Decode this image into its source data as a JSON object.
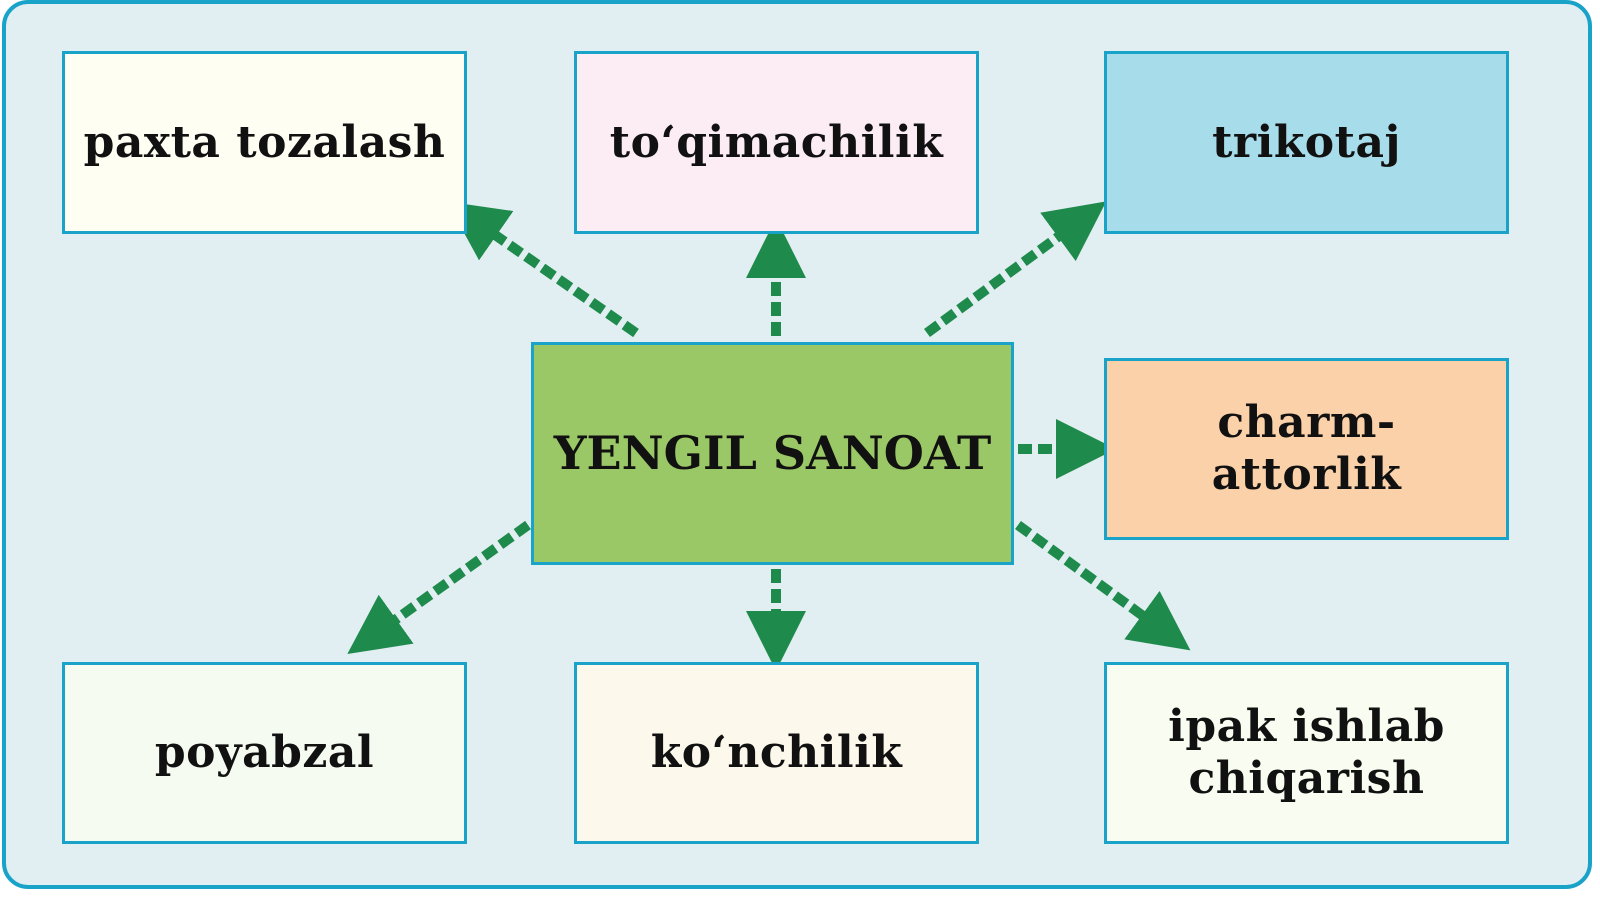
{
  "diagram": {
    "center": {
      "label": "YENGIL SANOAT",
      "color": "#9bc866"
    },
    "branches": [
      {
        "id": "paxta",
        "label": "paxta tozalash",
        "color": "#fffef2"
      },
      {
        "id": "toqimachilik",
        "label": "to‘qimachilik",
        "color": "#fcedf5"
      },
      {
        "id": "trikotaj",
        "label": "trikotaj",
        "color": "#a7dcea"
      },
      {
        "id": "charm",
        "label": "charm-\nattorlik",
        "color": "#fbd1aa"
      },
      {
        "id": "poyabzal",
        "label": "poyabzal",
        "color": "#f5fbf1"
      },
      {
        "id": "konchilik",
        "label": "ko‘nchilik",
        "color": "#fdf8ec"
      },
      {
        "id": "ipak",
        "label": "ipak ishlab\nchiqarish",
        "color": "#f9fcf0"
      }
    ],
    "colors": {
      "frame_border": "#1aa3c9",
      "frame_background": "#e1eef2",
      "arrow": "#1e8a4c"
    }
  }
}
